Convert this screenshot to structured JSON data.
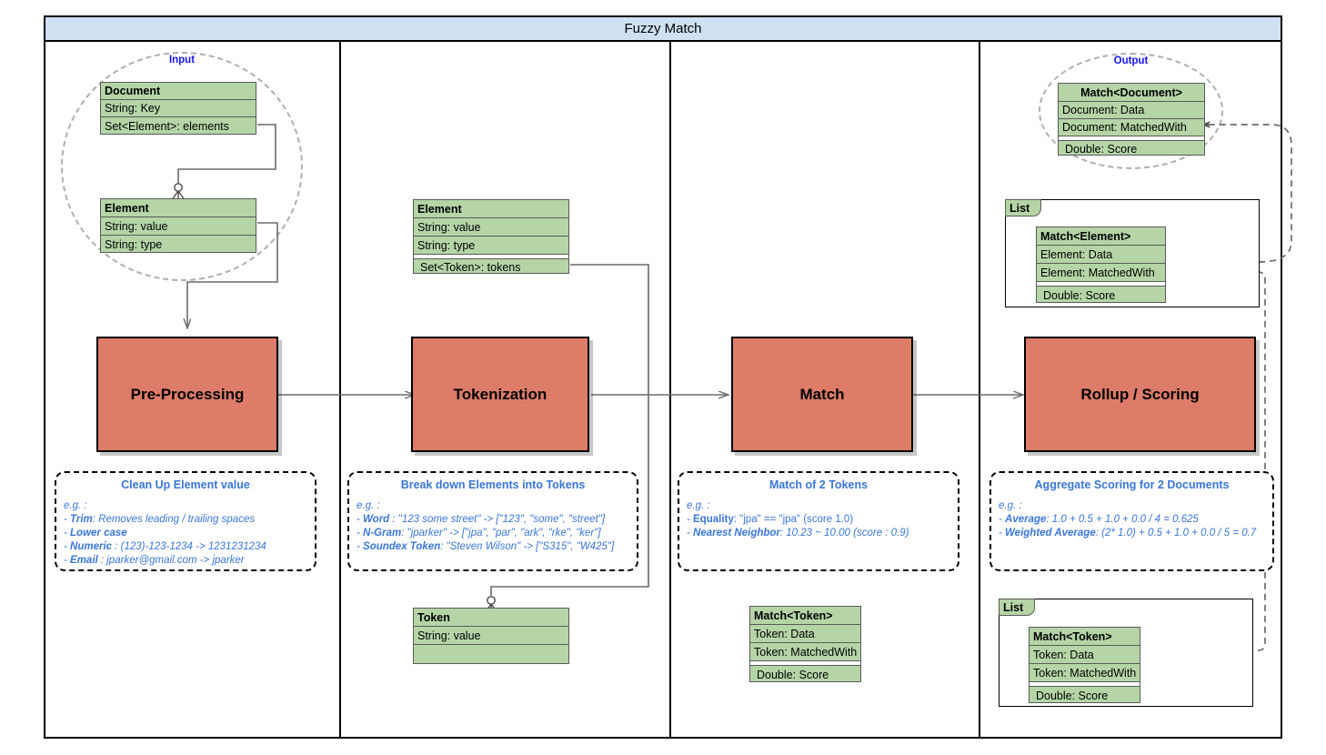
{
  "diagram": {
    "title": "Fuzzy Match"
  },
  "groups": {
    "input_label": "Input",
    "output_label": "Output",
    "list_label": "List"
  },
  "classes": {
    "document": {
      "name": "Document",
      "rows": [
        "String: Key",
        "Set<Element>: elements"
      ]
    },
    "element_left": {
      "name": "Element",
      "rows": [
        "String: value",
        "String: type"
      ]
    },
    "element_tokens": {
      "name": "Element",
      "rows": [
        "String: value",
        "String: type",
        "Set<Token>: tokens"
      ]
    },
    "token": {
      "name": "Token",
      "rows": [
        "String: value",
        ""
      ]
    },
    "match_document": {
      "name": "Match<Document>",
      "rows": [
        "Document: Data",
        "Document: MatchedWith",
        "Double: Score"
      ]
    },
    "match_element": {
      "name": "Match<Element>",
      "rows": [
        "Element: Data",
        "Element: MatchedWith",
        "Double: Score"
      ]
    },
    "match_token_mid": {
      "name": "Match<Token>",
      "rows": [
        "Token: Data",
        "Token: MatchedWith",
        "Double: Score"
      ]
    },
    "match_token_list": {
      "name": "Match<Token>",
      "rows": [
        "Token: Data",
        "Token: MatchedWith",
        "Double: Score"
      ]
    }
  },
  "stages": [
    {
      "id": "pre-processing",
      "label": "Pre-Processing"
    },
    {
      "id": "tokenization",
      "label": "Tokenization"
    },
    {
      "id": "match",
      "label": "Match"
    },
    {
      "id": "rollup-scoring",
      "label": "Rollup / Scoring"
    }
  ],
  "notes": [
    {
      "id": "clean-up-element-value",
      "title": "Clean Up Element value",
      "lead": "e.g. :",
      "lines": [
        {
          "prefix": "- ",
          "term": "Trim",
          "rest": ": Removes leading / trailing spaces"
        },
        {
          "prefix": "- ",
          "term": "Lower case",
          "rest": ""
        },
        {
          "prefix": "- ",
          "term": "Numeric",
          "rest": " : (123)-123-1234 -> 1231231234"
        },
        {
          "prefix": "- ",
          "term": "Email",
          "rest": " : jparker@gmail.com -> jparker"
        }
      ]
    },
    {
      "id": "break-down-elements-into-tokens",
      "title": "Break down Elements into Tokens",
      "lead": "e.g. :",
      "lines": [
        {
          "prefix": "- ",
          "term": "Word",
          "rest": " : \"123 some street\" -> [\"123\", \"some\", \"street\"]"
        },
        {
          "prefix": "- ",
          "term": "N-Gram",
          "rest": ": \"jparker\" -> [\"jpa\", \"par\", \"ark\", \"rke\", \"ker\"]"
        },
        {
          "prefix": "- ",
          "term": "Soundex Token",
          "rest": ": \"Steven Wilson\" ->  [\"S315\", \"W425\"]"
        }
      ]
    },
    {
      "id": "match-of-2-tokens",
      "title": "Match of 2 Tokens",
      "lead": "e.g. :",
      "lines": [
        {
          "prefix": "- ",
          "term": "Equality",
          "rest": ": \"jpa\" == \"jpa\" (score 1.0)",
          "upright": true
        },
        {
          "prefix": "- ",
          "term": "Nearest Neighbor",
          "rest": ": 10.23 ~ 10.00 (score : 0.9)"
        }
      ]
    },
    {
      "id": "aggregate-scoring-for-2-documents",
      "title": "Aggregate Scoring for 2 Documents",
      "lead": "e.g. :",
      "lines": [
        {
          "prefix": "- ",
          "term": "Average",
          "rest": ":  1.0 + 0.5 + 1.0 + 0.0 / 4 = 0.625"
        },
        {
          "prefix": "- ",
          "term": "Weighted Average",
          "rest": ": (2* 1.0) + 0.5 + 1.0 + 0.0 / 5 = 0.7"
        }
      ]
    }
  ],
  "colors": {
    "title_bar": "#cfe0f2",
    "class_fill": "#b5d5a7",
    "process_fill": "#dd7c68",
    "note_text": "#3a76d8",
    "group_label": "#1414ff",
    "connector": "#6b6b6b"
  }
}
